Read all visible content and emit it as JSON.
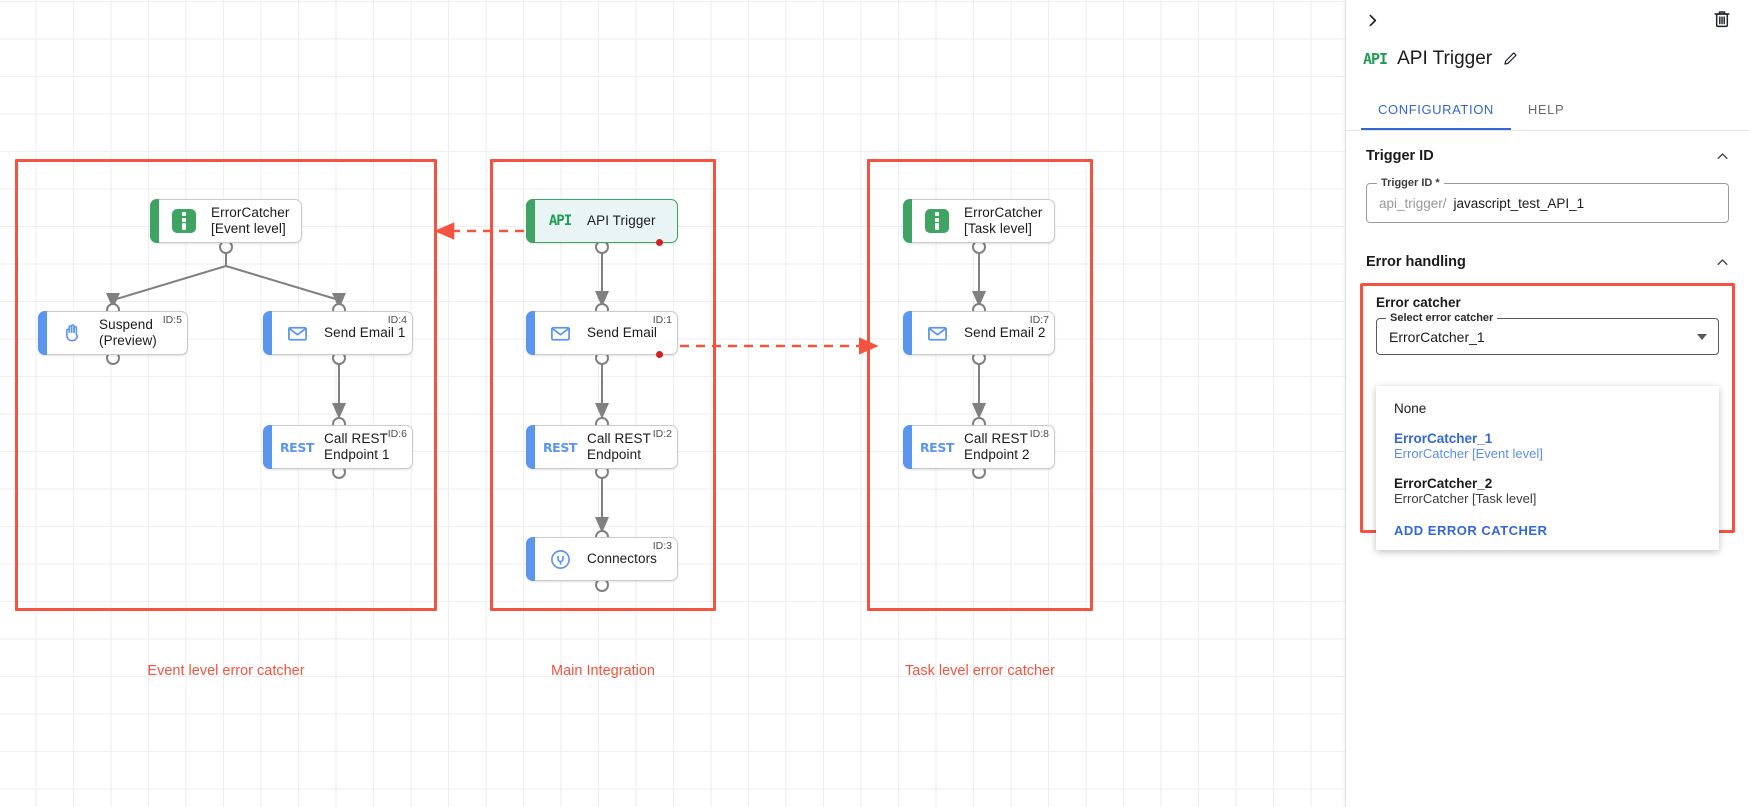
{
  "canvas": {
    "groups": [
      {
        "id": "event-level",
        "label": "Event level error catcher"
      },
      {
        "id": "main-integration",
        "label": "Main Integration"
      },
      {
        "id": "task-level",
        "label": "Task level error catcher"
      }
    ],
    "nodes": [
      {
        "key": "errorcatcher_event",
        "label": "ErrorCatcher\n[Event level]",
        "icon": "error-catcher-icon",
        "id_label": "",
        "accent": "green",
        "trigger": false,
        "error_dot": false
      },
      {
        "key": "suspend",
        "label": "Suspend\n(Preview)",
        "icon": "hand-icon",
        "id_label": "ID:5",
        "accent": "blue",
        "trigger": false,
        "error_dot": false
      },
      {
        "key": "send_email_1",
        "label": "Send Email 1",
        "icon": "envelope-icon",
        "id_label": "ID:4",
        "accent": "blue",
        "trigger": false,
        "error_dot": false
      },
      {
        "key": "call_rest_1",
        "label": "Call REST\nEndpoint 1",
        "icon": "rest-icon",
        "id_label": "ID:6",
        "accent": "blue",
        "trigger": false,
        "error_dot": false
      },
      {
        "key": "api_trigger",
        "label": "API Trigger",
        "icon": "api-icon",
        "id_label": "",
        "accent": "green",
        "trigger": true,
        "error_dot": true
      },
      {
        "key": "send_email",
        "label": "Send Email",
        "icon": "envelope-icon",
        "id_label": "ID:1",
        "accent": "blue",
        "trigger": false,
        "error_dot": true
      },
      {
        "key": "call_rest",
        "label": "Call REST\nEndpoint",
        "icon": "rest-icon",
        "id_label": "ID:2",
        "accent": "blue",
        "trigger": false,
        "error_dot": false
      },
      {
        "key": "connectors",
        "label": "Connectors",
        "icon": "connectors-icon",
        "id_label": "ID:3",
        "accent": "blue",
        "trigger": false,
        "error_dot": false
      },
      {
        "key": "errorcatcher_task",
        "label": "ErrorCatcher\n[Task level]",
        "icon": "error-catcher-icon",
        "id_label": "",
        "accent": "green",
        "trigger": false,
        "error_dot": false
      },
      {
        "key": "send_email_2",
        "label": "Send Email 2",
        "icon": "envelope-icon",
        "id_label": "ID:7",
        "accent": "blue",
        "trigger": false,
        "error_dot": false
      },
      {
        "key": "call_rest_2",
        "label": "Call REST\nEndpoint 2",
        "icon": "rest-icon",
        "id_label": "ID:8",
        "accent": "blue",
        "trigger": false,
        "error_dot": false
      }
    ]
  },
  "panel": {
    "collapse_icon": "chevron-right-icon",
    "delete_icon": "trash-icon",
    "node_icon": "api-icon",
    "title": "API Trigger",
    "edit_icon": "pencil-icon",
    "tabs": [
      {
        "label": "CONFIGURATION",
        "active": true
      },
      {
        "label": "HELP",
        "active": false
      }
    ],
    "trigger_id_section": {
      "heading": "Trigger ID",
      "field_legend": "Trigger ID *",
      "prefix": "api_trigger/",
      "value": "javascript_test_API_1"
    },
    "error_handling_section": {
      "heading": "Error handling",
      "error_catcher_label": "Error catcher",
      "select_legend": "Select error catcher",
      "selected_value": "ErrorCatcher_1",
      "options": [
        {
          "primary": "None",
          "secondary": "",
          "selected": false,
          "bold": false
        },
        {
          "primary": "ErrorCatcher_1",
          "secondary": "ErrorCatcher [Event level]",
          "selected": true,
          "bold": true
        },
        {
          "primary": "ErrorCatcher_2",
          "secondary": "ErrorCatcher [Task level]",
          "selected": false,
          "bold": true
        }
      ],
      "add_action": "ADD ERROR CATCHER"
    }
  },
  "colors": {
    "accent_blue": "#3367d6",
    "error_red": "#f4533f",
    "node_green": "#3ea363",
    "node_blue": "#5a95ef"
  }
}
